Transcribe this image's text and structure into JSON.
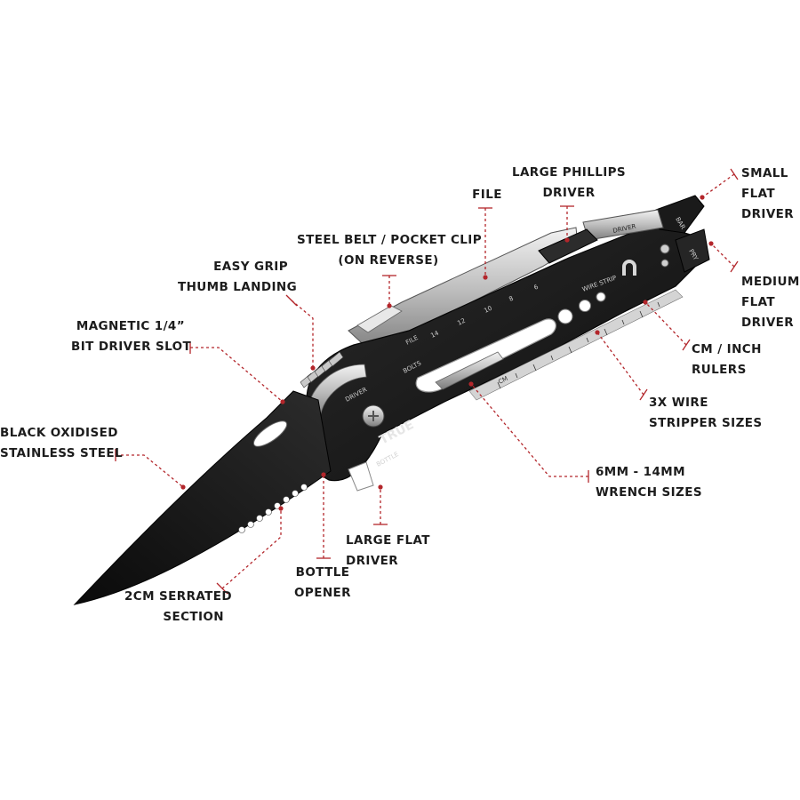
{
  "colors": {
    "accent": "#b3262b",
    "blade": "#141414",
    "frame": "#1e1e1e",
    "steel": "#c8c8c8",
    "steel_dark": "#8a8a8a",
    "label_text": "#1c1c1c"
  },
  "product": {
    "brand": "TRUE",
    "handle_marks": {
      "driver_top": "DRIVER",
      "driver_handle": "DRIVER",
      "bolts": "BOLTS",
      "file": "FILE",
      "bottle": "BOTTLE",
      "wire_strip": "WIRE STRIP",
      "cm": "CM",
      "bar": "BAR",
      "pry": "PRY",
      "wrench_sizes": [
        "14",
        "12",
        "10",
        "8",
        "6"
      ]
    }
  },
  "callouts": [
    {
      "id": "file",
      "lines": [
        "FILE"
      ]
    },
    {
      "id": "large-phillips-driver",
      "lines": [
        "LARGE PHILLIPS",
        "DRIVER"
      ]
    },
    {
      "id": "small-flat-driver",
      "lines": [
        "SMALL",
        "FLAT",
        "DRIVER"
      ]
    },
    {
      "id": "steel-belt-pocket-clip",
      "lines": [
        "STEEL BELT / POCKET CLIP",
        "(ON REVERSE)"
      ]
    },
    {
      "id": "easy-grip-thumb-landing",
      "lines": [
        "EASY GRIP",
        "THUMB LANDING"
      ]
    },
    {
      "id": "medium-flat-driver",
      "lines": [
        "MEDIUM",
        "FLAT",
        "DRIVER"
      ]
    },
    {
      "id": "magnetic-bit-driver-slot",
      "lines": [
        "MAGNETIC 1/4”",
        "BIT DRIVER SLOT"
      ]
    },
    {
      "id": "cm-inch-rulers",
      "lines": [
        "CM / INCH",
        "RULERS"
      ]
    },
    {
      "id": "wire-stripper-sizes",
      "lines": [
        "3X WIRE",
        "STRIPPER SIZES"
      ]
    },
    {
      "id": "black-oxidised-stainless-steel",
      "lines": [
        "BLACK OXIDISED",
        "STAINLESS STEEL"
      ]
    },
    {
      "id": "wrench-sizes",
      "lines": [
        "6MM - 14MM",
        "WRENCH SIZES"
      ]
    },
    {
      "id": "large-flat-driver",
      "lines": [
        "LARGE FLAT",
        "DRIVER"
      ]
    },
    {
      "id": "bottle-opener",
      "lines": [
        "BOTTLE",
        "OPENER"
      ]
    },
    {
      "id": "serrated-section",
      "lines": [
        "2CM SERRATED",
        "SECTION"
      ]
    }
  ]
}
